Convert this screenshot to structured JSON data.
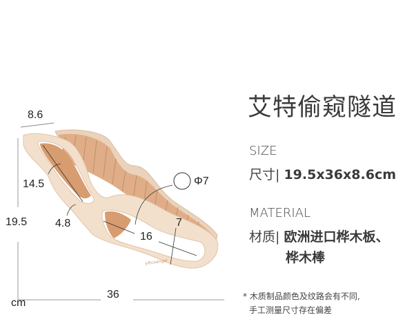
{
  "title": "艾特偷窥隧道",
  "size": {
    "heading": "SIZE",
    "label": "尺寸|",
    "value": "19.5x36x8.6cm"
  },
  "material": {
    "heading": "MATERIAL",
    "label": "材质|",
    "value_line1": "欧洲进口桦木板、",
    "value_line2": "桦木棒"
  },
  "note": {
    "line1": "* 木质制品颜色及纹路会有不同,",
    "line2": "手工测量尺寸存在偏差"
  },
  "dimensions": {
    "depth": "8.6",
    "height": "19.5",
    "length": "36",
    "unit": "cm",
    "inner_length": "14.5",
    "gap": "4.8",
    "hole_length": "16",
    "hole_height": "7",
    "hole_diameter": "Φ7"
  },
  "brand_mark": "yiEcoangel",
  "colors": {
    "wood_light": "#f1dcc6",
    "wood_rods": "#d9a47e",
    "wood_dark": "#b87a52",
    "text": "#444444"
  }
}
